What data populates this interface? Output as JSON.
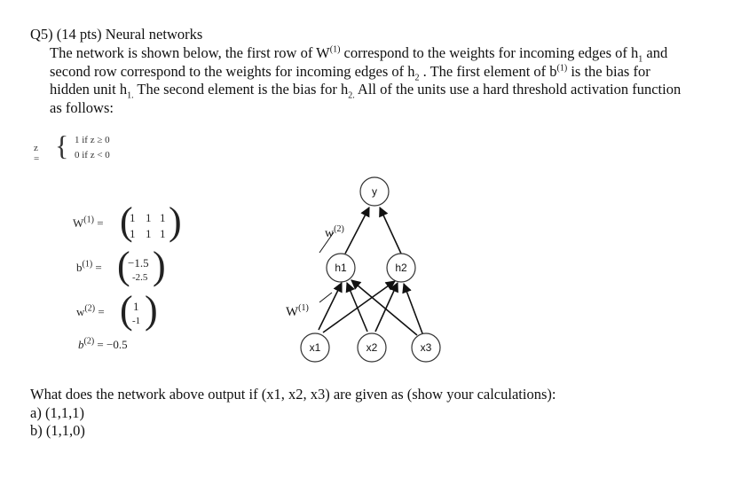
{
  "problem": {
    "title": "Q5) (14 pts) Neural networks",
    "para": {
      "p1": "The network is shown below, the first row of W",
      "p1_sup": "(1)",
      "p2": " correspond to the weights for incoming edges of h",
      "p2_sub": "1",
      "p3": " and second row correspond to the weights for incoming edges of h",
      "p3_sub": "2",
      "p4": " . The first element of b",
      "p4_sup": "(1)",
      "p5": " is the bias for hidden unit h",
      "p5_sub": "1.",
      "p6": " The second element is the bias for h",
      "p6_sub": "2.",
      "p7": " All of the units use a hard threshold activation function as follows:"
    }
  },
  "activation": {
    "lhs": "z =",
    "case1": "1  if z ≥ 0",
    "case2": "0  if z < 0"
  },
  "params": {
    "W1_label": "W",
    "W1_sup": "(1)",
    "W1_eq": "=",
    "W1_rows": [
      [
        "1",
        "1",
        "1"
      ],
      [
        "1",
        "1",
        "1"
      ]
    ],
    "b1_label": "b",
    "b1_sup": "(1)",
    "b1_eq": "=",
    "b1_values": [
      "−1.5",
      "-2.5"
    ],
    "w2_label": "w",
    "w2_sup": "(2)",
    "w2_eq": "=",
    "w2_values": [
      "1",
      "-1"
    ],
    "b2_label": "b",
    "b2_sup": "(2)",
    "b2_value": "= −0.5"
  },
  "network": {
    "nodes": {
      "y": "y",
      "h1": "h1",
      "h2": "h2",
      "x1": "x1",
      "x2": "x2",
      "x3": "x3"
    },
    "w2_label": "w",
    "w2_sup": "(2)",
    "W1_label": "W",
    "W1_sup": "(1)"
  },
  "question": {
    "prompt": "What does the network above output if (x1, x2, x3) are given as (show your calculations):",
    "a": "a)  (1,1,1)",
    "b": "b)  (1,1,0)"
  }
}
